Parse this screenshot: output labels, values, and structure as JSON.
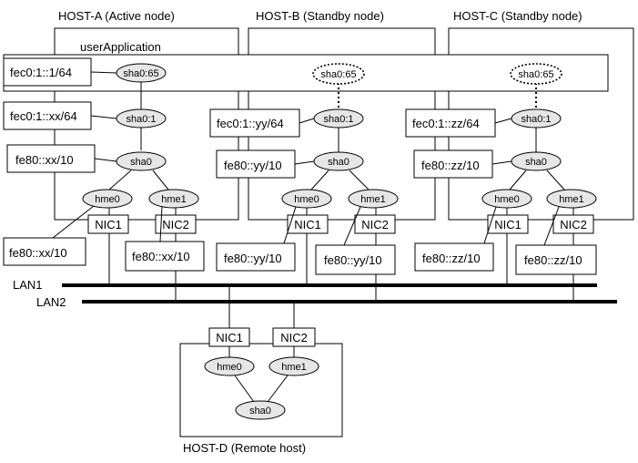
{
  "hosts": {
    "a": {
      "title": "HOST-A (Active node)"
    },
    "b": {
      "title": "HOST-B (Standby node)"
    },
    "c": {
      "title": "HOST-C (Standby node)"
    },
    "d": {
      "title": "HOST-D (Remote host)"
    }
  },
  "user_application": "userApplication",
  "lan1": "LAN1",
  "lan2": "LAN2",
  "nodes": {
    "sha0_65": "sha0:65",
    "sha0_1": "sha0:1",
    "sha0": "sha0",
    "hme0": "hme0",
    "hme1": "hme1",
    "nic1": "NIC1",
    "nic2": "NIC2"
  },
  "addresses": {
    "a_v6_takeover": "fec0:1::1/64",
    "a_v6_site": "fec0:1::xx/64",
    "a_sha0_ll": "fe80::xx/10",
    "a_hme0_ll": "fe80::xx/10",
    "a_hme1_ll": "fe80::xx/10",
    "b_v6_site": "fec0:1::yy/64",
    "b_sha0_ll": "fe80::yy/10",
    "b_hme0_ll": "fe80::yy/10",
    "b_hme1_ll": "fe80::yy/10",
    "c_v6_site": "fec0:1::zz/64",
    "c_sha0_ll": "fe80::zz/10",
    "c_hme0_ll": "fe80::zz/10",
    "c_hme1_ll": "fe80::zz/10"
  }
}
